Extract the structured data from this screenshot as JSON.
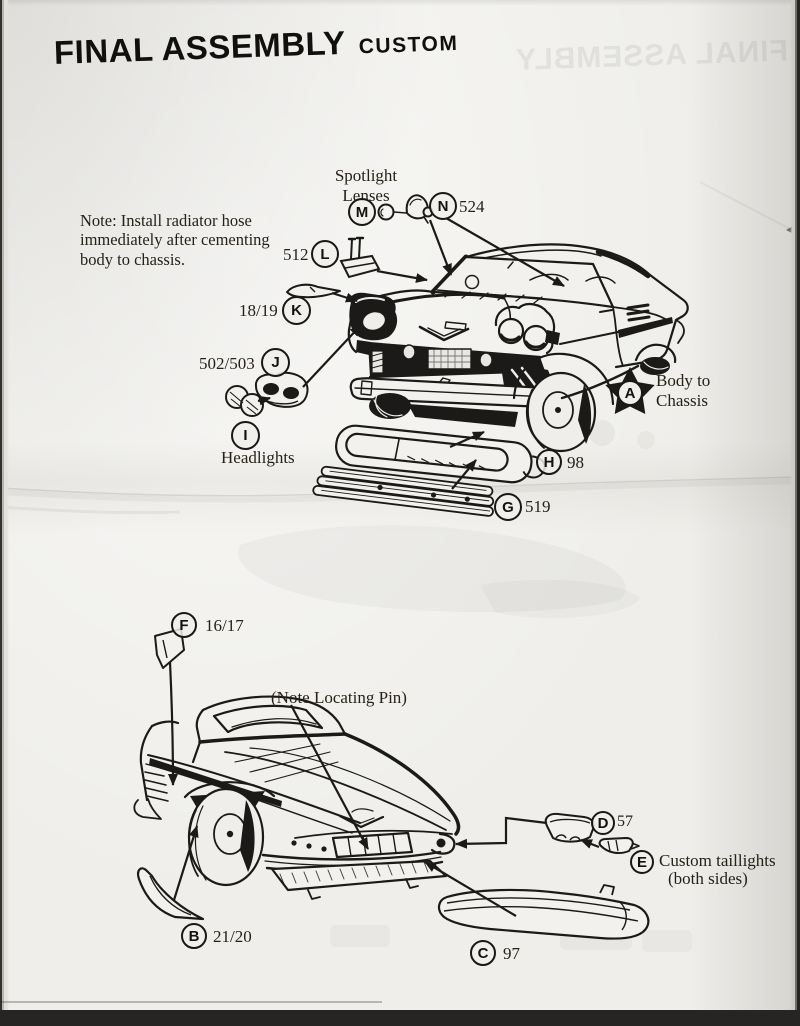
{
  "page": {
    "title": "FINAL ASSEMBLY",
    "title_suffix": "CUSTOM",
    "ghost_title": "FINAL ASSEMBLY",
    "note": "Note:  Install radiator hose\nimmediately after cementing\nbody to chassis."
  },
  "upper_diagram": {
    "spotlight_label": "Spotlight\nLenses",
    "callouts": {
      "M": {
        "letter": "M"
      },
      "N": {
        "letter": "N",
        "part_number": "524"
      },
      "L": {
        "letter": "L",
        "part_number": "512"
      },
      "K": {
        "letter": "K",
        "part_number": "18/19"
      },
      "J": {
        "letter": "J",
        "part_number": "502/503"
      },
      "I": {
        "letter": "I",
        "label": "Headlights"
      },
      "A": {
        "letter": "A",
        "label": "Body to\nChassis"
      },
      "H": {
        "letter": "H",
        "part_number": "98"
      },
      "G": {
        "letter": "G",
        "part_number": "519"
      }
    }
  },
  "lower_diagram": {
    "locating_pin_note": "(Note Locating Pin)",
    "callouts": {
      "F": {
        "letter": "F",
        "part_number": "16/17"
      },
      "D": {
        "letter": "D",
        "part_number": "57"
      },
      "E": {
        "letter": "E",
        "label": "Custom taillights",
        "label2": "(both sides)"
      },
      "B": {
        "letter": "B",
        "part_number": "21/20"
      },
      "C": {
        "letter": "C",
        "part_number": "97"
      }
    }
  }
}
